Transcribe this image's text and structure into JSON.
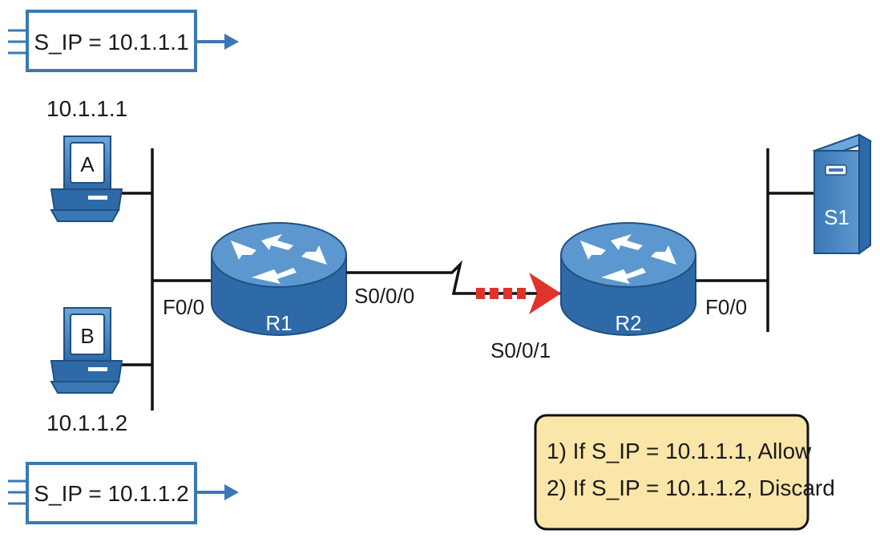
{
  "packets": [
    {
      "label": "S_IP = 10.1.1.1"
    },
    {
      "label": "S_IP = 10.1.1.2"
    }
  ],
  "hosts": [
    {
      "name": "A",
      "ip": "10.1.1.1"
    },
    {
      "name": "B",
      "ip": "10.1.1.2"
    }
  ],
  "server": {
    "name": "S1"
  },
  "routers": [
    {
      "name": "R1",
      "ifaces": [
        "F0/0",
        "S0/0/0"
      ]
    },
    {
      "name": "R2",
      "ifaces": [
        "S0/0/1",
        "F0/0"
      ]
    }
  ],
  "acl": {
    "lines": [
      "1) If S_IP = 10.1.1.1, Allow",
      "2) If S_IP = 10.1.1.2, Discard"
    ]
  },
  "colors": {
    "device_blue": "#3a78b5",
    "device_dark": "#1f4f80",
    "line": "#111111",
    "packet_arrow": "#e0342b",
    "acl_fill": "#fbe6a9",
    "packet_border": "#3a78b5"
  }
}
